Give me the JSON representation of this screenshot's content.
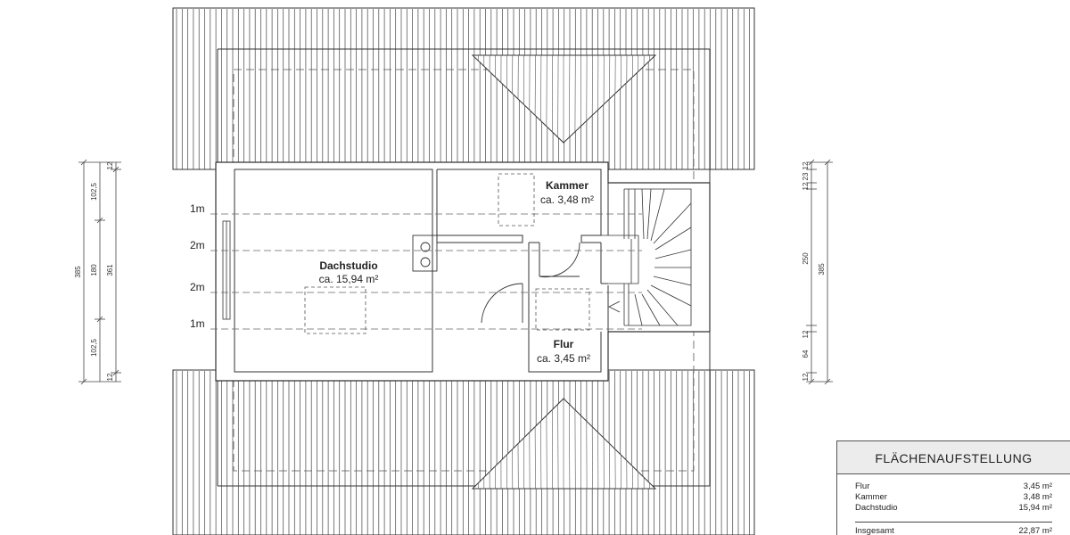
{
  "rooms": [
    {
      "name": "Kammer",
      "area": "ca. 3,48 m²"
    },
    {
      "name": "Dachstudio",
      "area": "ca. 15,94 m²"
    },
    {
      "name": "Flur",
      "area": "ca. 3,45 m²"
    }
  ],
  "height_lines": [
    "1m",
    "2m",
    "2m",
    "1m"
  ],
  "dimensions_left": {
    "chain_outer": [
      "12",
      "102,5",
      "180",
      "102,5",
      "12"
    ],
    "inner": "361",
    "total": "385"
  },
  "dimensions_right": {
    "chain_top": [
      "12",
      "23",
      "12"
    ],
    "main": "250",
    "chain_bottom": [
      "12",
      "64",
      "12"
    ],
    "total": "385"
  },
  "area_table": {
    "title": "FLÄCHENAUFSTELLUNG",
    "rows": [
      {
        "label": "Flur",
        "value": "3,45 m²"
      },
      {
        "label": "Kammer",
        "value": "3,48 m²"
      },
      {
        "label": "Dachstudio",
        "value": "15,94 m²"
      }
    ],
    "total_label": "Insgesamt",
    "total_value": "22,87 m²"
  }
}
